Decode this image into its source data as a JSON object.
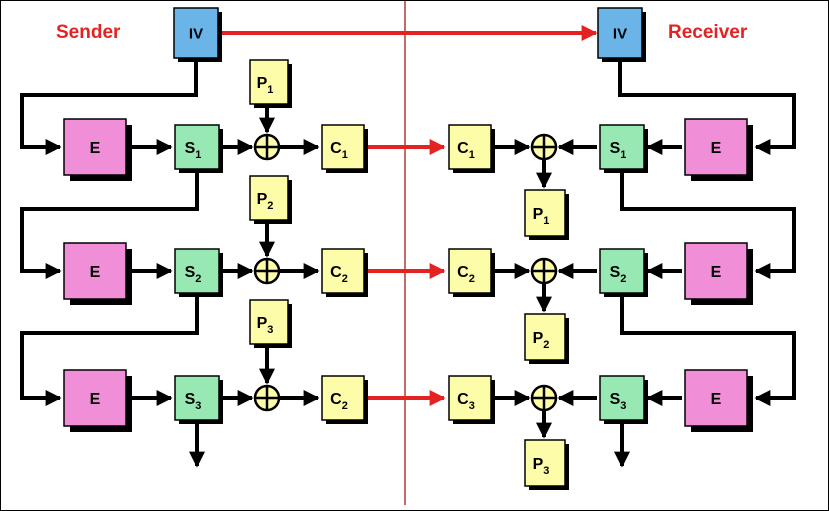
{
  "labels": {
    "sender": "Sender",
    "receiver": "Receiver"
  },
  "blocks": {
    "iv": "IV",
    "encrypt": "E",
    "state": "S",
    "plain": "P",
    "cipher": "C"
  },
  "rows": [
    {
      "sender_state": "1",
      "sender_plain": "1",
      "sender_cipher": "1",
      "receiver_cipher": "1",
      "receiver_state": "1",
      "receiver_plain": "1"
    },
    {
      "sender_state": "2",
      "sender_plain": "2",
      "sender_cipher": "2",
      "receiver_cipher": "2",
      "receiver_state": "2",
      "receiver_plain": "2"
    },
    {
      "sender_state": "3",
      "sender_plain": "3",
      "sender_cipher": "2",
      "receiver_cipher": "3",
      "receiver_state": "3",
      "receiver_plain": "3"
    }
  ],
  "colors": {
    "iv": "#6ab4e8",
    "encrypt": "#f08fd8",
    "state": "#98e8b4",
    "yellow": "#fdfca8",
    "red": "#e52222",
    "shadow": "#000000",
    "divider": "#b43c3c"
  }
}
